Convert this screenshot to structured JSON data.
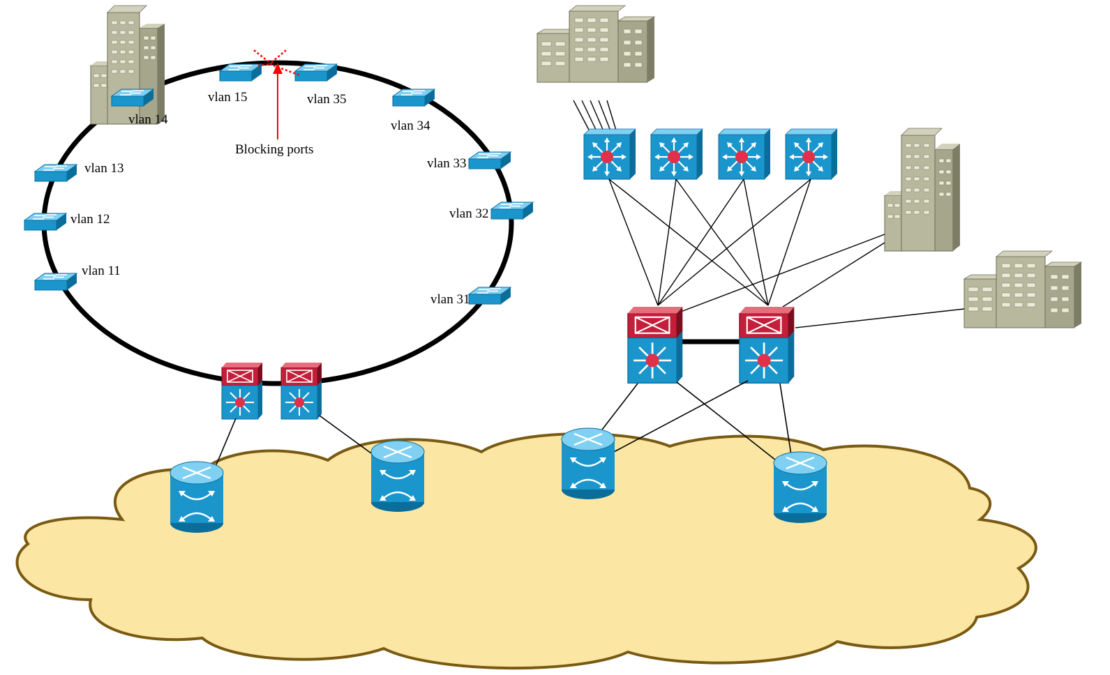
{
  "colors": {
    "cloud_fill": "#fce6a4",
    "cloud_stroke": "#7a5a12",
    "device_blue": "#1a96cd",
    "device_blue_dark": "#0b6d9a",
    "switch_red": "#c41e3a",
    "building": "#b8b89e",
    "blocking_marker": "#ff0000"
  },
  "ring": {
    "switches": [
      {
        "label": "vlan 15",
        "icon": "workgroup-switch-icon"
      },
      {
        "label": "vlan 35",
        "icon": "workgroup-switch-icon"
      },
      {
        "label": "vlan 14",
        "icon": "workgroup-switch-icon"
      },
      {
        "label": "vlan 34",
        "icon": "workgroup-switch-icon"
      },
      {
        "label": "vlan 13",
        "icon": "workgroup-switch-icon"
      },
      {
        "label": "vlan 33",
        "icon": "workgroup-switch-icon"
      },
      {
        "label": "vlan 12",
        "icon": "workgroup-switch-icon"
      },
      {
        "label": "vlan 32",
        "icon": "workgroup-switch-icon"
      },
      {
        "label": "vlan 11",
        "icon": "workgroup-switch-icon"
      },
      {
        "label": "vlan 31",
        "icon": "workgroup-switch-icon"
      }
    ],
    "blocking_label": "Blocking ports",
    "core_icon": "multilayer-switch-icon"
  },
  "right": {
    "access_icon": "layer3-switch-icon",
    "core_icon": "multilayer-switch-icon",
    "building_icon": "office-building-icon"
  },
  "cloud": {
    "icon": "network-cloud-icon",
    "router_icon": "atm-switch-router-icon"
  }
}
